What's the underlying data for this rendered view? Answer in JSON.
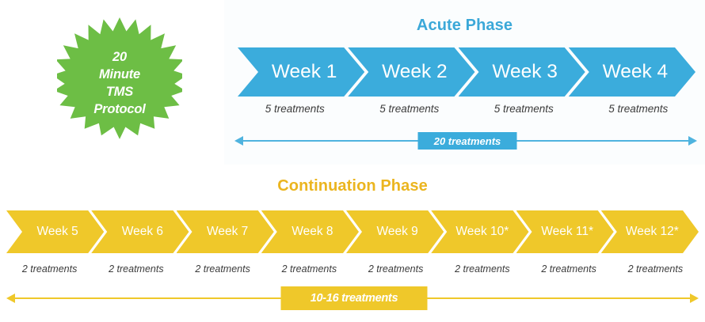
{
  "badge": {
    "icon": "starburst-icon",
    "color": "#6DBE45",
    "lines": [
      "20",
      "Minute",
      "TMS",
      "Protocol"
    ]
  },
  "acute_phase": {
    "title": "Acute Phase",
    "color": "#3BACDC",
    "weeks": [
      {
        "label": "Week 1",
        "treatments": "5 treatments"
      },
      {
        "label": "Week 2",
        "treatments": "5 treatments"
      },
      {
        "label": "Week 3",
        "treatments": "5 treatments"
      },
      {
        "label": "Week 4",
        "treatments": "5 treatments"
      }
    ],
    "summary": "20 treatments"
  },
  "continuation_phase": {
    "title": "Continuation Phase",
    "color": "#EFC82A",
    "weeks": [
      {
        "label": "Week 5",
        "treatments": "2 treatments"
      },
      {
        "label": "Week 6",
        "treatments": "2 treatments"
      },
      {
        "label": "Week 7",
        "treatments": "2 treatments"
      },
      {
        "label": "Week 8",
        "treatments": "2 treatments"
      },
      {
        "label": "Week 9",
        "treatments": "2 treatments"
      },
      {
        "label": "Week 10*",
        "treatments": "2 treatments"
      },
      {
        "label": "Week 11*",
        "treatments": "2 treatments"
      },
      {
        "label": "Week 12*",
        "treatments": "2 treatments"
      }
    ],
    "summary": "10-16 treatments"
  }
}
